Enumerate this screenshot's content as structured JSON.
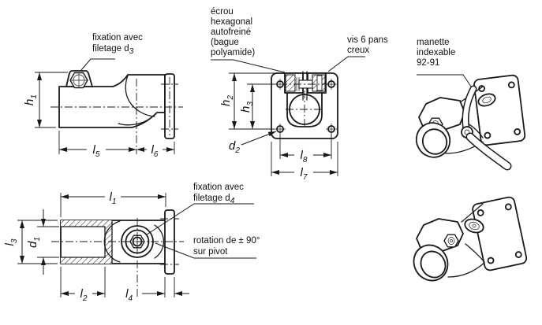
{
  "drawing_type": "technical-drawing-clamp-bracket",
  "colors": {
    "ink": "#1a1a1a",
    "background": "#ffffff"
  },
  "annotations": {
    "fixation_d3": {
      "lines": [
        "fixation avec",
        "filetage d"
      ],
      "sub": "3"
    },
    "ecrou": {
      "lines": [
        "écrou",
        "hexagonal",
        "autofreiné",
        "(bague",
        "polyamide)"
      ]
    },
    "vis": {
      "lines": [
        "vis 6 pans",
        "creux"
      ]
    },
    "manette": {
      "lines": [
        "manette",
        "indexable",
        "92-91"
      ]
    },
    "fixation_d4": {
      "lines": [
        "fixation avec",
        "filetage d"
      ],
      "sub": "4"
    },
    "rotation": {
      "lines": [
        "rotation de ± 90°",
        "sur pivot"
      ]
    }
  },
  "dimensions": {
    "h1": {
      "main": "h",
      "sub": "1"
    },
    "l5": {
      "main": "l",
      "sub": "5"
    },
    "l6": {
      "main": "l",
      "sub": "6"
    },
    "h2": {
      "main": "h",
      "sub": "2"
    },
    "h3": {
      "main": "h",
      "sub": "3"
    },
    "d2": {
      "main": "d",
      "sub": "2"
    },
    "l8": {
      "main": "l",
      "sub": "8"
    },
    "l7": {
      "main": "l",
      "sub": "7"
    },
    "l1": {
      "main": "l",
      "sub": "1"
    },
    "l3": {
      "main": "l",
      "sub": "3"
    },
    "d1": {
      "main": "d",
      "sub": "1"
    },
    "l2": {
      "main": "l",
      "sub": "2"
    },
    "l4": {
      "main": "l",
      "sub": "4"
    }
  }
}
